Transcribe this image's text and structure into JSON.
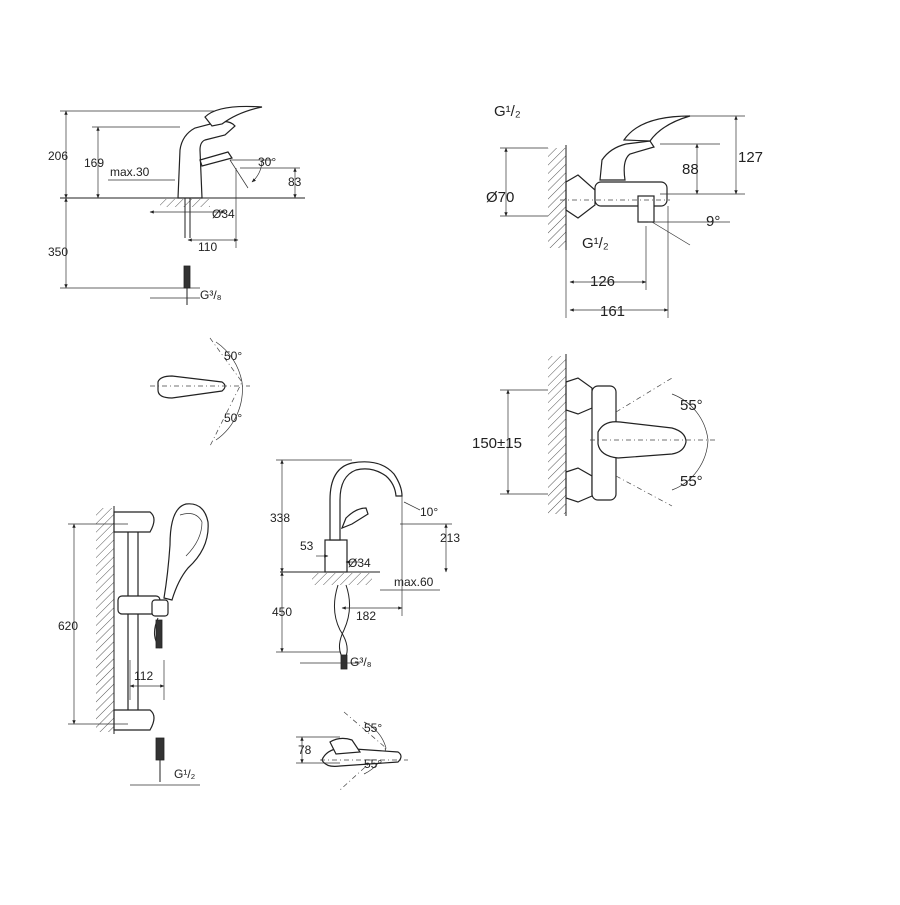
{
  "labels": {
    "basin_h206": "206",
    "basin_h169": "169",
    "basin_max30": "max.30",
    "basin_angle30": "30°",
    "basin_h83": "83",
    "basin_d34": "Ø34",
    "basin_w110": "110",
    "basin_h350": "350",
    "basin_g38": "G³/₈",
    "lever_a50_top": "50°",
    "lever_a50_bot": "50°",
    "bath_g12_top": "G¹/₂",
    "bath_h127": "127",
    "bath_h88": "88",
    "bath_d70": "Ø70",
    "bath_angle9": "9°",
    "bath_g12_mid": "G¹/₂",
    "bath_w126": "126",
    "bath_w161": "161",
    "bath_a55_top": "55°",
    "bath_a55_bot": "55°",
    "bath_h150": "150±15",
    "sink_h338": "338",
    "sink_angle10": "10°",
    "sink_w53": "53",
    "sink_h213": "213",
    "sink_d34": "Ø34",
    "sink_max60": "max.60",
    "sink_h450": "450",
    "sink_w182": "182",
    "sink_g38": "G³/₈",
    "sink_h78": "78",
    "sink_a55_top": "55°",
    "sink_a55_bot": "55°",
    "shower_h620": "620",
    "shower_w112": "112",
    "shower_g12": "G¹/₂"
  }
}
